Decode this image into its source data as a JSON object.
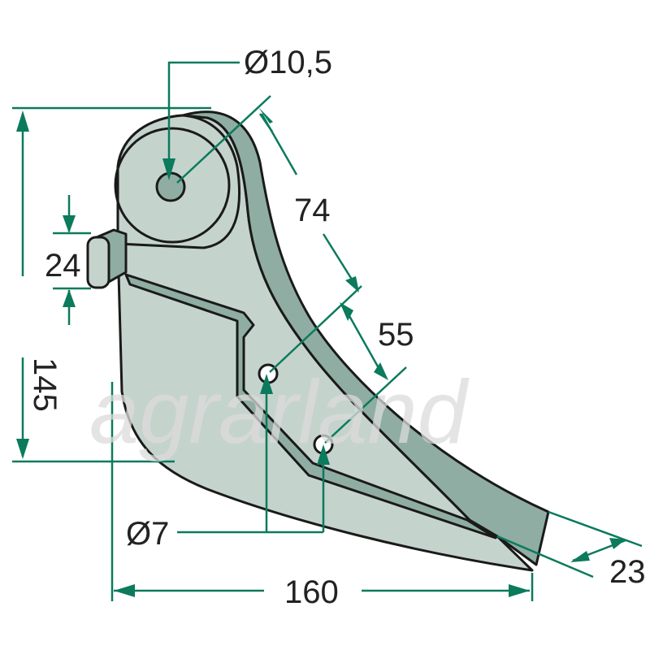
{
  "watermark": "agrarland",
  "colors": {
    "face": "#c5d3cd",
    "side": "#8fada3",
    "dimension": "#0b7a5d",
    "text": "#222222"
  },
  "dimensions": {
    "hole_large": "Ø10,5",
    "arc_length": "74",
    "lug_height": "24",
    "total_height": "145",
    "hole_spacing": "55",
    "hole_small": "Ø7",
    "total_length": "160",
    "tip_width": "23"
  }
}
